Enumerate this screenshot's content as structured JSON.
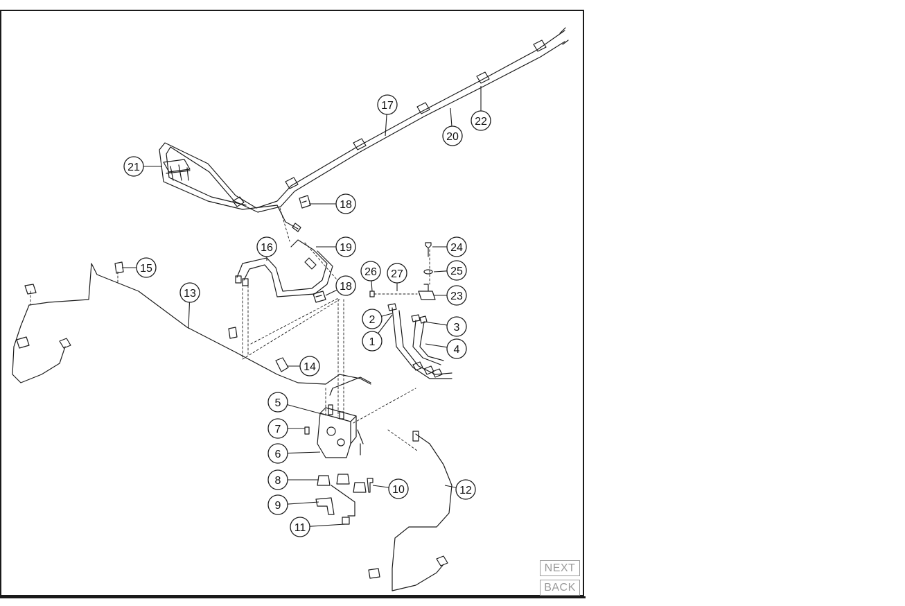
{
  "callouts": [
    {
      "label": "1"
    },
    {
      "label": "2"
    },
    {
      "label": "3"
    },
    {
      "label": "4"
    },
    {
      "label": "5"
    },
    {
      "label": "6"
    },
    {
      "label": "7"
    },
    {
      "label": "8"
    },
    {
      "label": "9"
    },
    {
      "label": "10"
    },
    {
      "label": "11"
    },
    {
      "label": "12"
    },
    {
      "label": "13"
    },
    {
      "label": "14"
    },
    {
      "label": "15"
    },
    {
      "label": "16"
    },
    {
      "label": "17"
    },
    {
      "label": "18"
    },
    {
      "label": "18"
    },
    {
      "label": "19"
    },
    {
      "label": "20"
    },
    {
      "label": "21"
    },
    {
      "label": "22"
    },
    {
      "label": "23"
    },
    {
      "label": "24"
    },
    {
      "label": "25"
    },
    {
      "label": "26"
    },
    {
      "label": "27"
    }
  ],
  "nav": {
    "next_label": "NEXT",
    "back_label": "BACK"
  },
  "colors": {
    "line": "#1a1a1a",
    "nav": "#9a9a9a"
  }
}
